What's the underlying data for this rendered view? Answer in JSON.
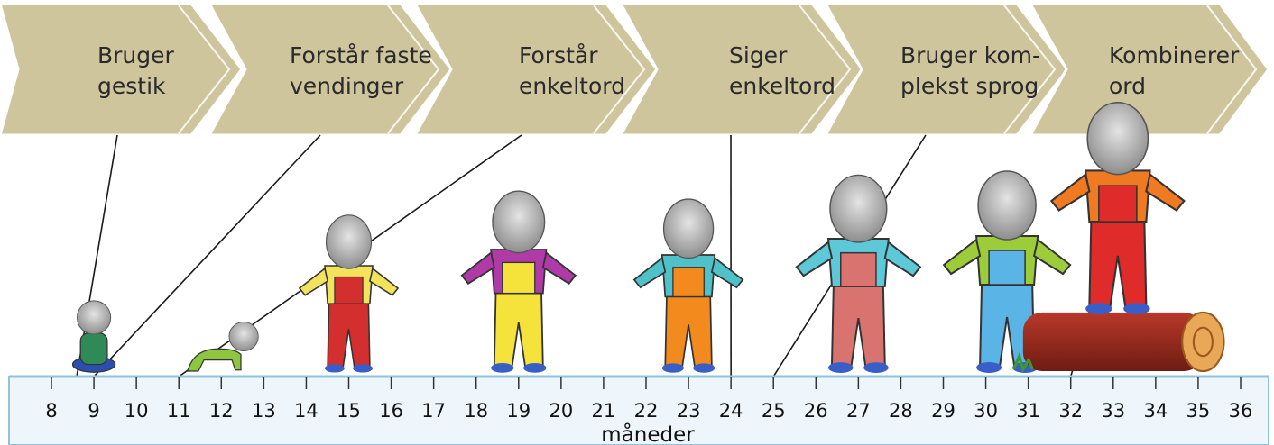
{
  "colors": {
    "arrow_fill": "#cfc59d",
    "arrow_stroke": "#ffffff",
    "timeline_fill": "#eef6fb",
    "timeline_border": "#8fc3de",
    "connector": "#1a1a1a"
  },
  "milestones": [
    {
      "line1": "Bruger",
      "line2": "gestik",
      "month": 8
    },
    {
      "line1": "Forstår faste",
      "line2": "vendinger",
      "month": 9
    },
    {
      "line1": "Forstår",
      "line2": "enkeltord",
      "month": 11
    },
    {
      "line1": "Siger",
      "line2": "enkeltord",
      "month": 24
    },
    {
      "line1": "Bruger kom-",
      "line2": "plekst sprog",
      "month": 25
    },
    {
      "line1": "Kombinerer",
      "line2": "ord",
      "month": 32
    }
  ],
  "axis": {
    "ticks": [
      8,
      9,
      10,
      11,
      12,
      13,
      14,
      15,
      16,
      17,
      18,
      19,
      20,
      21,
      22,
      23,
      24,
      25,
      26,
      27,
      28,
      29,
      30,
      31,
      32,
      33,
      34,
      35,
      36
    ],
    "unit_label": "måneder"
  },
  "children": [
    {
      "icon": "sitting-baby-icon",
      "month": 9,
      "shirt": "#2e8b57",
      "pants": "#2a4fb0"
    },
    {
      "icon": "crawling-baby-icon",
      "month": 12,
      "shirt": "#8dc63f",
      "pants": "#8dc63f"
    },
    {
      "icon": "standing-toddler-icon",
      "month": 15,
      "shirt": "#f2e25c",
      "pants": "#d32f2f"
    },
    {
      "icon": "walking-toddler-icon",
      "month": 19,
      "shirt": "#b03aa6",
      "pants": "#f5e33b"
    },
    {
      "icon": "running-toddler-icon",
      "month": 23,
      "shirt": "#4fc1c9",
      "pants": "#f28a1e"
    },
    {
      "icon": "stepping-child-icon",
      "month": 27,
      "shirt": "#5cc8d8",
      "pants": "#d9736f"
    },
    {
      "icon": "jumping-child-icon",
      "month": 30.5,
      "shirt": "#9ccc3a",
      "pants": "#5ab4e5"
    },
    {
      "icon": "log-climbing-child-icon",
      "month": 34,
      "shirt": "#f07a22",
      "pants": "#e02b2b"
    }
  ]
}
